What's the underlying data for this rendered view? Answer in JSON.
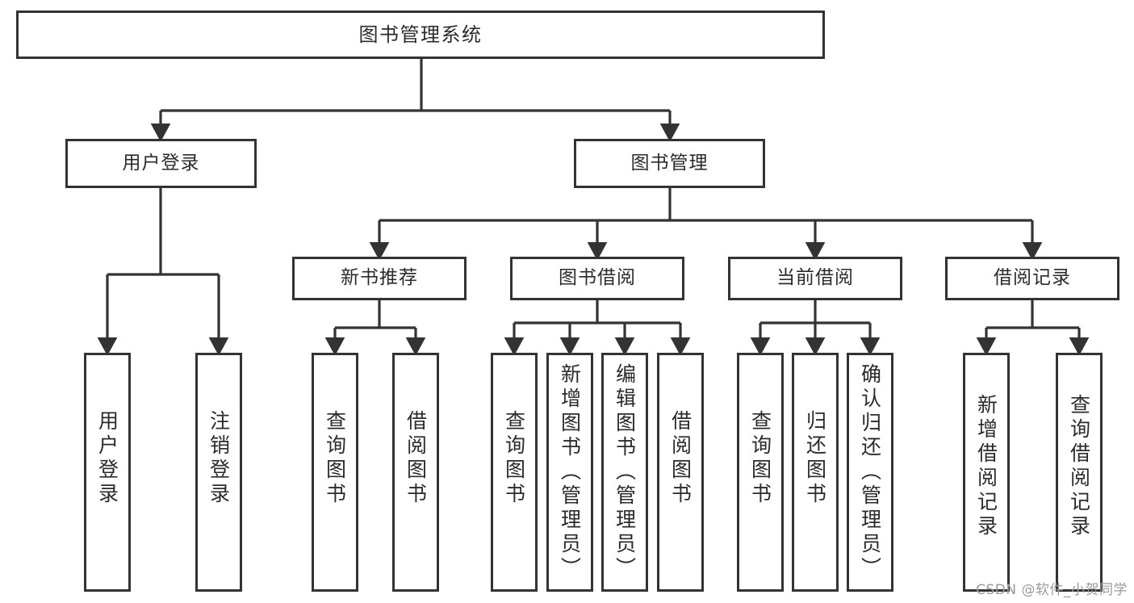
{
  "diagram": {
    "kind": "功能结构图",
    "root": {
      "id": "root",
      "label": "图书管理系统"
    },
    "level1": [
      {
        "id": "user-login",
        "label": "用户登录"
      },
      {
        "id": "book-manage",
        "label": "图书管理"
      }
    ],
    "level2": [
      {
        "id": "new-book-recommend",
        "label": "新书推荐",
        "parent": "book-manage"
      },
      {
        "id": "book-borrow",
        "label": "图书借阅",
        "parent": "book-manage"
      },
      {
        "id": "current-borrow",
        "label": "当前借阅",
        "parent": "book-manage"
      },
      {
        "id": "borrow-record",
        "label": "借阅记录",
        "parent": "book-manage"
      }
    ],
    "leaves": [
      {
        "id": "leaf-user-login",
        "label": "用户登录",
        "parent": "user-login"
      },
      {
        "id": "leaf-logout-login",
        "label": "注销登录",
        "parent": "user-login"
      },
      {
        "id": "leaf-query-book-1",
        "label": "查询图书",
        "parent": "new-book-recommend"
      },
      {
        "id": "leaf-borrow-book-1",
        "label": "借阅图书",
        "parent": "new-book-recommend"
      },
      {
        "id": "leaf-query-book-2",
        "label": "查询图书",
        "parent": "book-borrow"
      },
      {
        "id": "leaf-add-book",
        "label": "新增图书（管理员）",
        "parent": "book-borrow"
      },
      {
        "id": "leaf-edit-book",
        "label": "编辑图书（管理员）",
        "parent": "book-borrow"
      },
      {
        "id": "leaf-borrow-book-2",
        "label": "借阅图书",
        "parent": "book-borrow"
      },
      {
        "id": "leaf-query-book-3",
        "label": "查询图书",
        "parent": "current-borrow"
      },
      {
        "id": "leaf-return-book",
        "label": "归还图书",
        "parent": "current-borrow"
      },
      {
        "id": "leaf-confirm-return",
        "label": "确认归还（管理员）",
        "parent": "current-borrow"
      },
      {
        "id": "leaf-add-record",
        "label": "新增借阅记录",
        "parent": "borrow-record"
      },
      {
        "id": "leaf-query-record",
        "label": "查询借阅记录",
        "parent": "borrow-record"
      }
    ]
  },
  "watermark": {
    "text": "CSDN @软件_小贺同学"
  },
  "colors": {
    "stroke": "#333333",
    "text": "#2b2b2b",
    "background": "#ffffff",
    "watermark": "#9a9a9a"
  }
}
